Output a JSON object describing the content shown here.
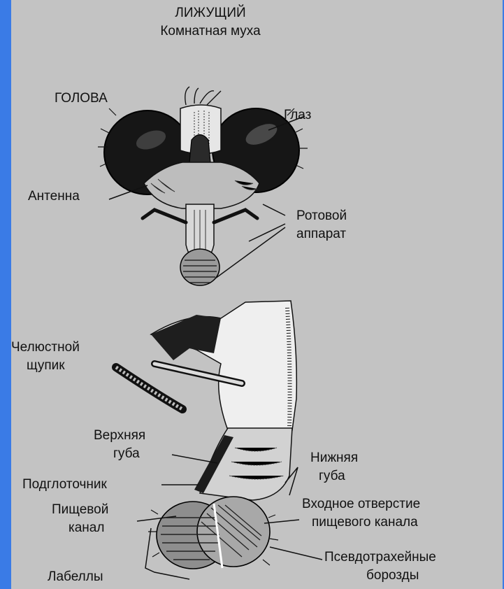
{
  "title": "ЛИЖУЩИЙ",
  "subtitle": "Комнатная муха",
  "labels": {
    "head": "ГОЛОВА",
    "eye": "Глаз",
    "antenna": "Антенна",
    "mouthparts_1": "Ротовой",
    "mouthparts_2": "аппарат",
    "maxillary_palp_1": "Челюстной",
    "maxillary_palp_2": "щупик",
    "upper_lip_1": "Верхняя",
    "upper_lip_2": "губа",
    "lower_lip_1": "Нижняя",
    "lower_lip_2": "губа",
    "hypopharynx": "Подглоточник",
    "food_canal_1": "Пищевой",
    "food_canal_2": "канал",
    "canal_opening_1": "Входное отверстие",
    "canal_opening_2": "пищевого канала",
    "pseudotracheae_1": "Псевдотрахейные",
    "pseudotracheae_2": "борозды",
    "labella": "Лабеллы"
  },
  "colors": {
    "frame": "#3a7be6",
    "panel": "#c3c3c3",
    "ink": "#111111"
  }
}
